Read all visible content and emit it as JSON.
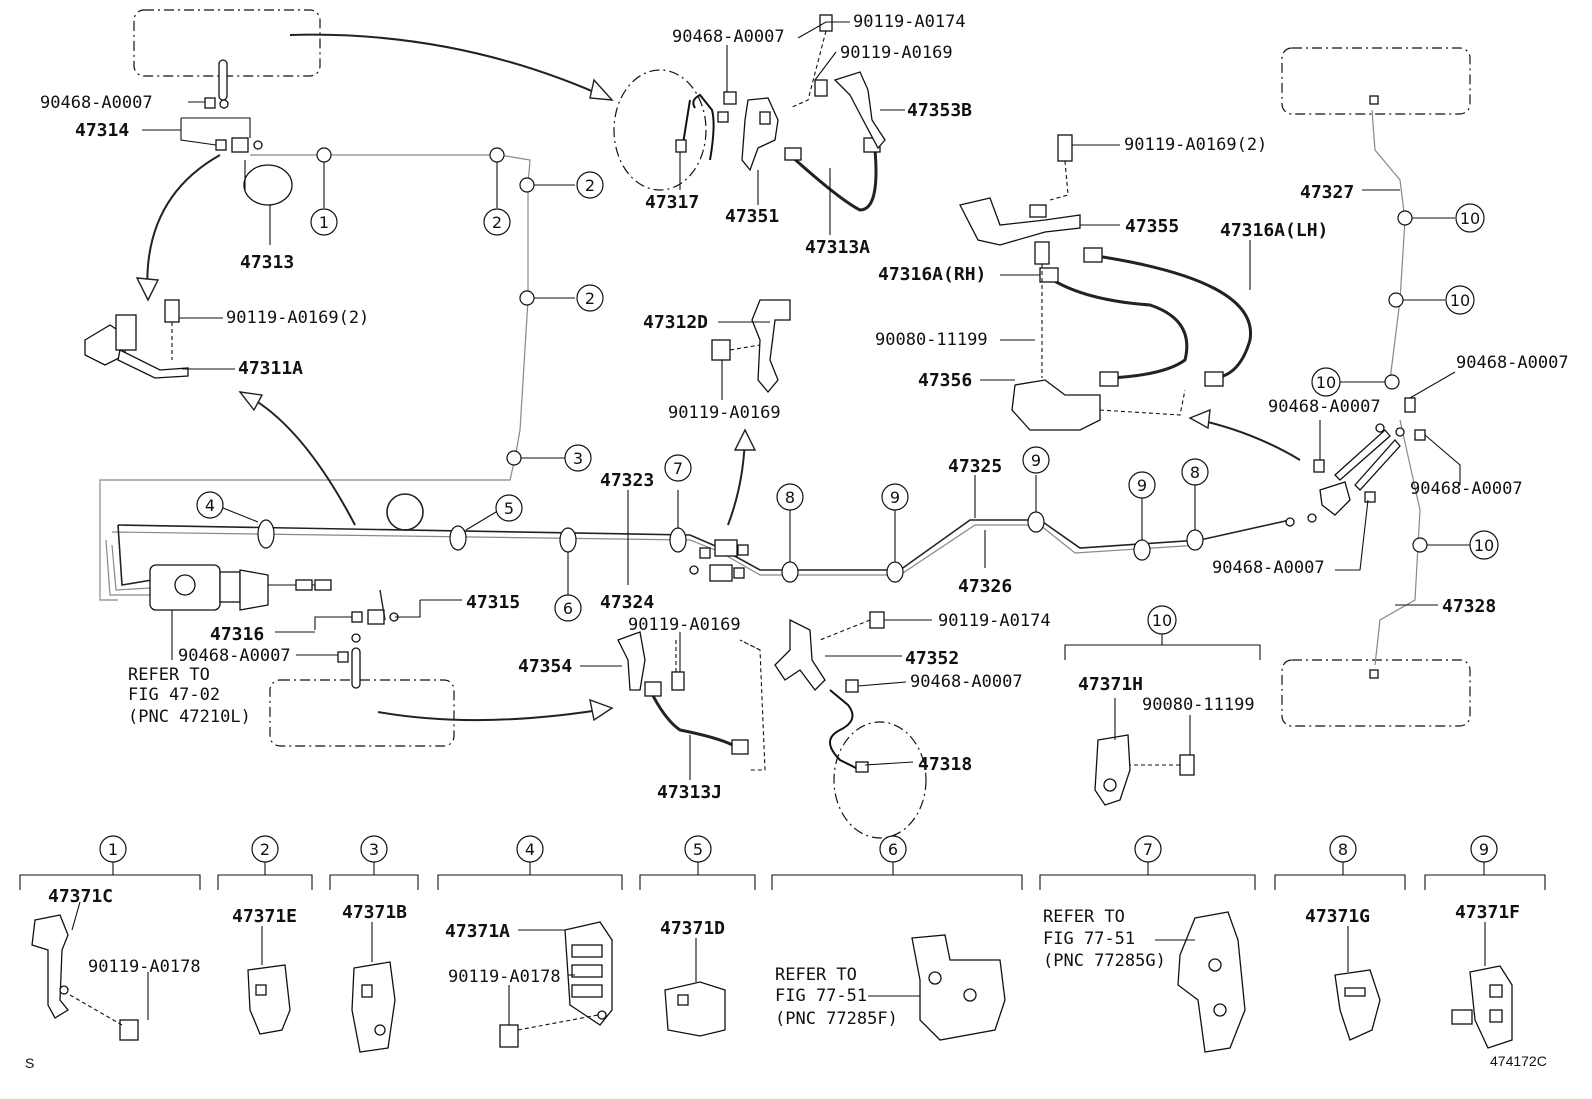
{
  "labels": {
    "p90468_a0007_tl": "90468-A0007",
    "p47314": "47314",
    "p47313": "47313",
    "p90119_a0169_2_l": "90119-A0169(2)",
    "p47311a": "47311A",
    "p47316": "47316",
    "p47315": "47315",
    "p90468_a0007_bl": "90468-A0007",
    "refer_tl_1": "REFER TO",
    "refer_tl_2": "FIG 47-02",
    "refer_tl_3": "(PNC 47210L)",
    "p90468_a0007_tc": "90468-A0007",
    "p90119_a0174_t": "90119-A0174",
    "p90119_a0169_t": "90119-A0169",
    "p47353b": "47353B",
    "p47317": "47317",
    "p47351": "47351",
    "p47313a": "47313A",
    "p47312d": "47312D",
    "p90119_a0169_m": "90119-A0169",
    "p47323": "47323",
    "p47324": "47324",
    "p90119_a0169_b": "90119-A0169",
    "p47354": "47354",
    "p47313j": "47313J",
    "p90119_a0174_b": "90119-A0174",
    "p47352": "47352",
    "p90468_a0007_b": "90468-A0007",
    "p47318": "47318",
    "p90119_a0169_2_r": "90119-A0169(2)",
    "p47355": "47355",
    "p47316a_lh": "47316A(LH)",
    "p47316a_rh": "47316A(RH)",
    "p90080_11199_m": "90080-11199",
    "p47356": "47356",
    "p47325": "47325",
    "p47326": "47326",
    "p47327": "47327",
    "p47328": "47328",
    "p90468_a0007_r1": "90468-A0007",
    "p90468_a0007_r2": "90468-A0007",
    "p90468_a0007_r3": "90468-A0007",
    "p90468_a0007_r4": "90468-A0007",
    "p47371h": "47371H",
    "p90080_11199_r": "90080-11199",
    "k47371c": "47371C",
    "k90119_a0178_1": "90119-A0178",
    "k47371e": "47371E",
    "k47371b": "47371B",
    "k47371a": "47371A",
    "k90119_a0178_4": "90119-A0178",
    "k47371d": "47371D",
    "refer6_1": "REFER TO",
    "refer6_2": "FIG 77-51",
    "refer6_3": "(PNC 77285F)",
    "refer7_1": "REFER TO",
    "refer7_2": "FIG 77-51",
    "refer7_3": "(PNC 77285G)",
    "k47371g": "47371G",
    "k47371f": "47371F",
    "corner_left": "S",
    "corner_right": "474172C"
  },
  "callout_numbers": {
    "c1": "1",
    "c2": "2",
    "c3": "3",
    "c4": "4",
    "c5": "5",
    "c6": "6",
    "c7": "7",
    "c8": "8",
    "c9": "9",
    "c10": "10"
  }
}
